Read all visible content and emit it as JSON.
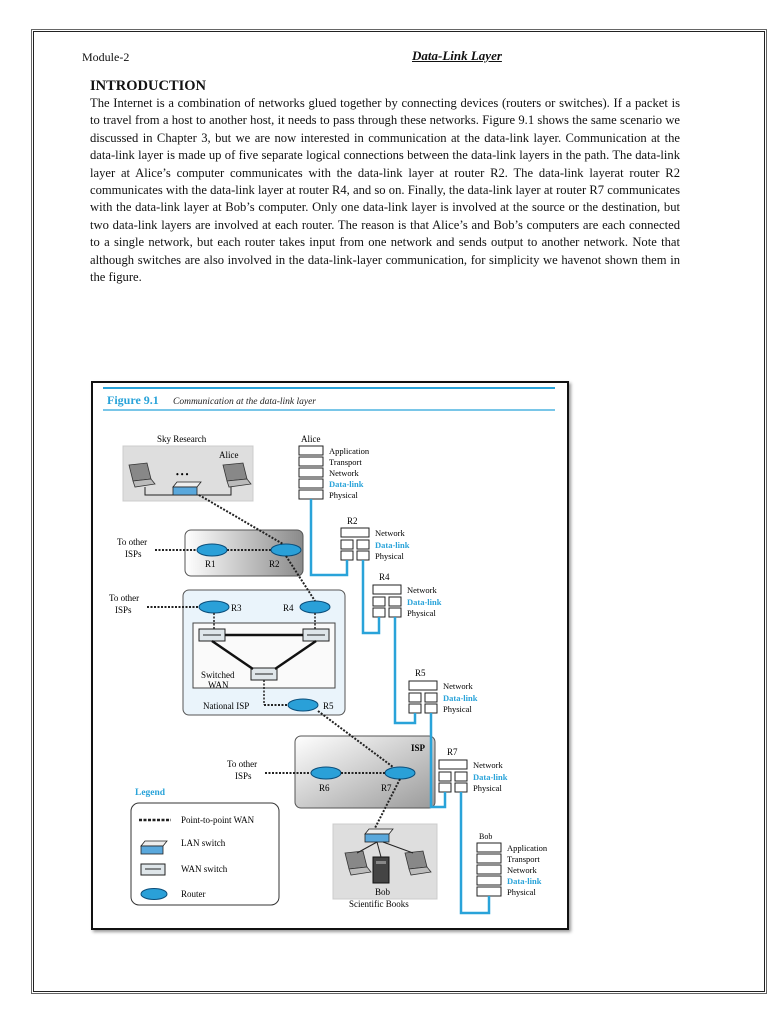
{
  "header": {
    "module": "Module-2",
    "title": "Data-Link Layer"
  },
  "section": {
    "heading": "INTRODUCTION",
    "paragraph": "The Internet is a combination of networks glued together by connecting devices (routers or switches). If a packet is to travel from a host to another host, it needs to pass through these networks. Figure 9.1 shows the same scenario we discussed in Chapter 3, but we are now interested in communication at the data-link layer. Communication at the data-link layer is made up of five separate logical connections between the data-link layers in the path. The data-link layer at Alice’s computer communicates with the data-link layer at router R2. The data-link layerat router R2 communicates with the data-link layer at router R4, and so on. Finally, the data-link layer at router R7 communicates with the data-link layer at Bob’s computer. Only one data-link layer is involved at the source or the destination, but two data-link layers are involved at each router. The reason is that Alice’s and Bob’s computers are each connected to a single network, but each router takes input from one network and sends output to another network. Note that although switches are also involved in the data-link-layer communication, for simplicity we havenot shown them in the figure."
  },
  "figure": {
    "number": "Figure 9.1",
    "caption": "Communication at the data-link layer",
    "sky_research": "Sky Research",
    "alice": "Alice",
    "dots": "• • •",
    "to_other_isps": "To other",
    "isps": "ISPs",
    "national_isp": "National ISP",
    "switched_wan_1": "Switched",
    "switched_wan_2": "WAN",
    "isp": "ISP",
    "bob": "Bob",
    "scientific_books": "Scientific Books",
    "routers": {
      "r1": "R1",
      "r2": "R2",
      "r3": "R3",
      "r4": "R4",
      "r5": "R5",
      "r6": "R6",
      "r7": "R7"
    },
    "layers": {
      "application": "Application",
      "transport": "Transport",
      "network": "Network",
      "data_link": "Data-link",
      "physical": "Physical"
    },
    "stack_titles": {
      "alice": "Alice",
      "r2": "R2",
      "r4": "R4",
      "r5": "R5",
      "r7": "R7",
      "bob": "Bob"
    },
    "legend": {
      "title": "Legend",
      "p2p": "Point-to-point WAN",
      "lan_switch": "LAN switch",
      "wan_switch": "WAN switch",
      "router": "Router"
    },
    "colors": {
      "accent": "#29a3d9",
      "dark": "#1a1a1a"
    }
  }
}
